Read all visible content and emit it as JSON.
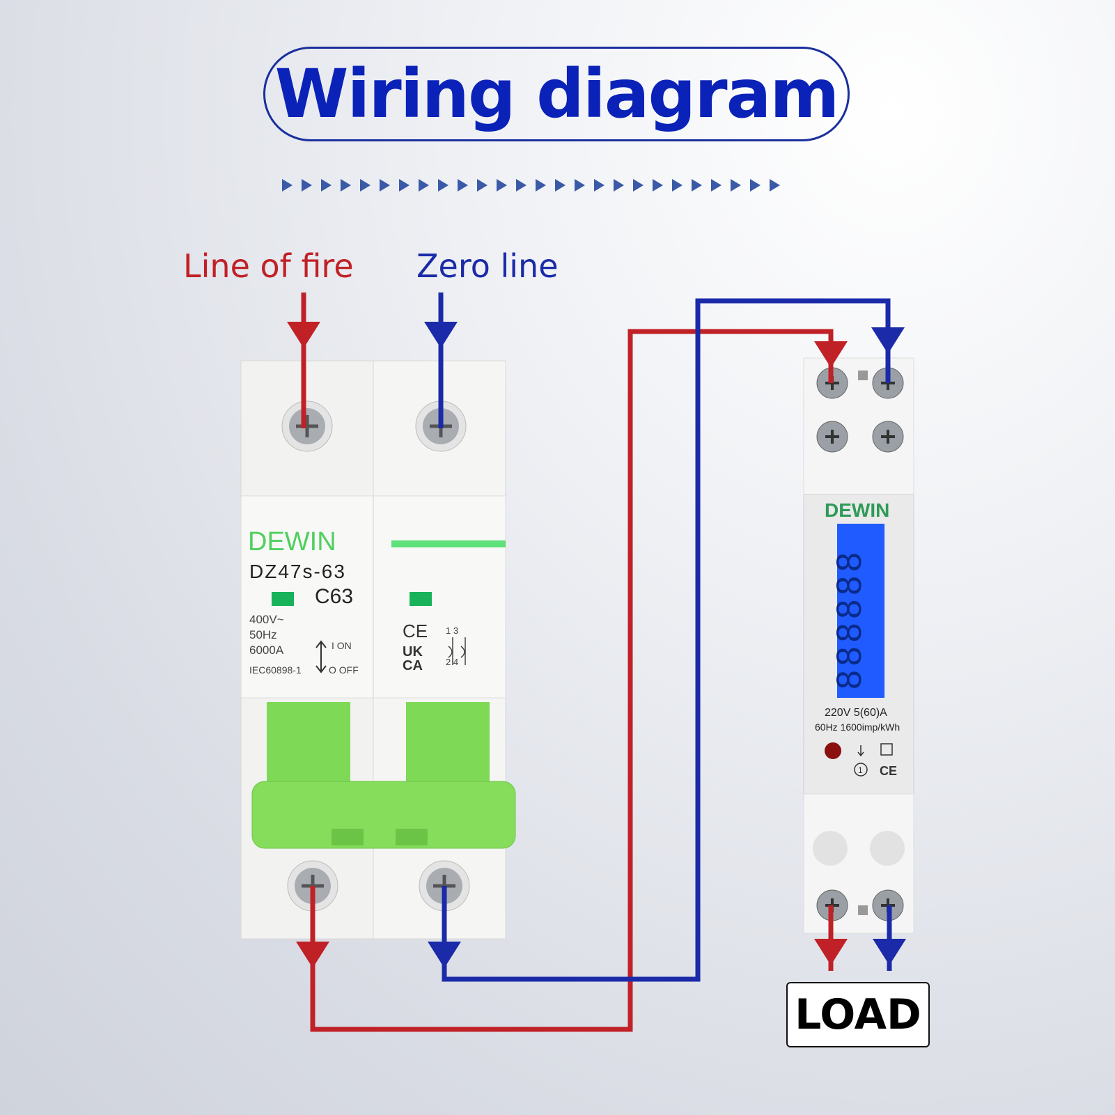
{
  "title": "Wiring diagram",
  "labels": {
    "fire": "Line of fire",
    "zero": "Zero line",
    "load": "LOAD"
  },
  "breaker": {
    "brand": "DEWIN",
    "model": "DZ47s-63",
    "curve": "C63",
    "voltage": "400V~",
    "freq": "50Hz",
    "capacity": "6000A",
    "standard": "IEC60898-1",
    "on": "I  ON",
    "off": "O OFF",
    "ce": "CE",
    "ukca_top": "UK",
    "ukca_bottom": "CA",
    "terminals_top": "1  3",
    "terminals_bottom": "2  4"
  },
  "meter": {
    "brand": "DEWIN",
    "spec1": "220V  5(60)A",
    "spec2": "60Hz  1600imp/kWh",
    "display": "888888",
    "ce": "CE",
    "class": "1"
  },
  "colors": {
    "fire": "#c02126",
    "zero": "#1a2aa8",
    "accent": "#0b22b8",
    "device_green": "#7ed957",
    "lcd": "#1f5bff"
  }
}
